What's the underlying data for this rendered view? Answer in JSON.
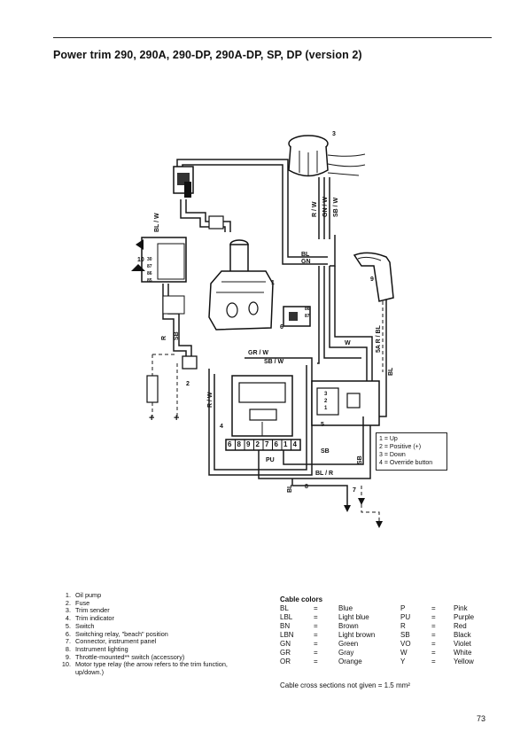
{
  "header": {
    "title": "Power trim 290, 290A, 290-DP, 290A-DP, SP, DP (version 2)"
  },
  "diagram": {
    "wire_labels": {
      "bl_w": "BL / W",
      "r_w_top": "R / W",
      "gn_w": "GN / W",
      "sb_w_top": "SB / W",
      "bl": "BL",
      "gn": "GN",
      "gr_w": "GR / W",
      "sb_w": "SB / W",
      "r_w_left": "R / W",
      "r": "R",
      "sb_left": "SB",
      "w": "W",
      "sa_r_bl": "5A R / BL",
      "bl_right": "BL",
      "pu": "PU",
      "sb_bottom": "SB",
      "bl_r": "BL / R",
      "bl_bottom": "BL",
      "sb_right": "SB"
    },
    "callouts": {
      "c1": "1",
      "c2": "2",
      "c3": "3",
      "c4": "4",
      "c5": "5",
      "c6": "6",
      "c7": "7",
      "c8": "8",
      "c9": "9",
      "c10": "10"
    },
    "connector_pins": [
      "6",
      "8",
      "9",
      "2",
      "7",
      "6",
      "1",
      "4"
    ],
    "relay_pins": {
      "p30": "30",
      "p87": "87",
      "p86": "86",
      "p85": "85",
      "p86b": "86",
      "p87b": "87"
    },
    "switch_pins": {
      "s3": "3",
      "s2": "2",
      "s1": "1"
    },
    "signs": {
      "plus": "+",
      "minus": "+"
    },
    "legend": [
      "1 = Up",
      "2 = Positive (+)",
      "3 = Down",
      "4 =  Override  button"
    ]
  },
  "parts_list": [
    {
      "n": "1.",
      "text": "Oil pump"
    },
    {
      "n": "2.",
      "text": "Fuse"
    },
    {
      "n": "3.",
      "text": "Trim sender"
    },
    {
      "n": "4.",
      "text": "Trim indicator"
    },
    {
      "n": "5.",
      "text": "Switch"
    },
    {
      "n": "6.",
      "text": "Switching relay, \"beach\" position"
    },
    {
      "n": "7.",
      "text": "Connector, instrument panel"
    },
    {
      "n": "8.",
      "text": "Instrument lighting"
    },
    {
      "n": "9.",
      "text": "Throttle-mounted** switch  (accessory)"
    },
    {
      "n": "10.",
      "text": "Motor type relay (the arrow refers to the trim function,"
    },
    {
      "n": "",
      "text": "up/down.)"
    }
  ],
  "cable_colors": {
    "title": "Cable colors",
    "rows": [
      [
        "BL",
        "=",
        "Blue",
        "P",
        "=",
        "Pink"
      ],
      [
        "LBL",
        "=",
        "Light blue",
        "PU",
        "=",
        "Purple"
      ],
      [
        "BN",
        "=",
        "Brown",
        "R",
        "=",
        "Red"
      ],
      [
        "LBN",
        "=",
        "Light brown",
        "SB",
        "=",
        "Black"
      ],
      [
        "GN",
        "=",
        "Green",
        "VO",
        "=",
        "Violet"
      ],
      [
        "GR",
        "=",
        "Gray",
        "W",
        "=",
        "White"
      ],
      [
        "OR",
        "=",
        "Orange",
        "Y",
        "=",
        "Yellow"
      ]
    ],
    "note": "Cable cross sections not given = 1.5 mm²"
  },
  "page_number": "73"
}
